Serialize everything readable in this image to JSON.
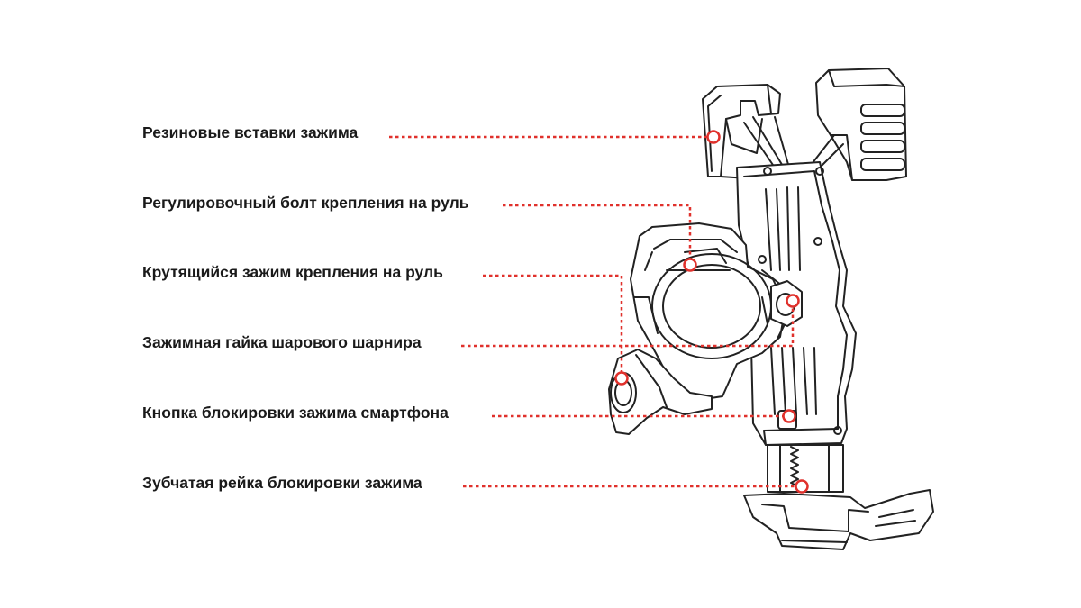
{
  "callouts": [
    {
      "label": "Резиновые вставки зажима"
    },
    {
      "label": "Регулировочный болт крепления на руль"
    },
    {
      "label": "Крутящийся зажим крепления на руль"
    },
    {
      "label": "Зажимная гайка шарового шарнира"
    },
    {
      "label": "Кнопка блокировки зажима смартфона"
    },
    {
      "label": "Зубчатая рейка блокировки зажима"
    }
  ],
  "colors": {
    "accent": "#e0312c",
    "line_art": "#222222",
    "text": "#1a1a1a",
    "background": "#ffffff"
  }
}
